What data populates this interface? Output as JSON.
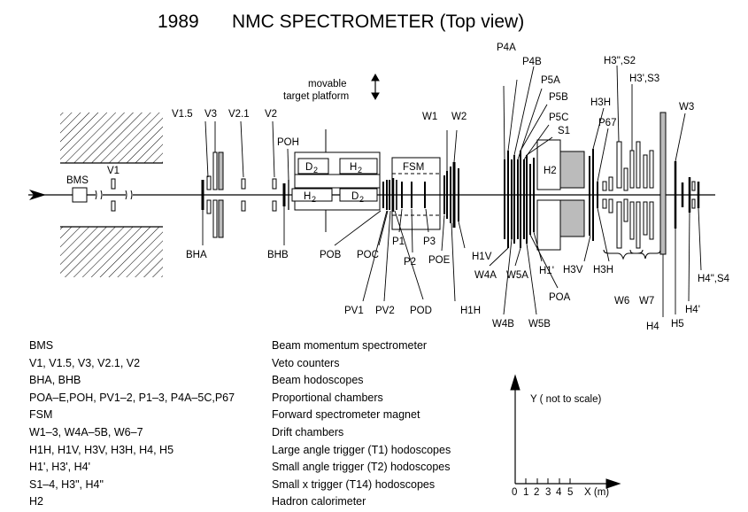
{
  "title": {
    "year": "1989",
    "text": "NMC SPECTROMETER (Top view)"
  },
  "platform_note": {
    "line1": "movable",
    "line2": "target platform"
  },
  "magnet_label": "FSM",
  "calorimeter_label": "H2",
  "target_labels": {
    "h2_upper": "H",
    "d2_upper": "D",
    "h2_lower": "H",
    "d2_lower": "D",
    "subscript": "2"
  },
  "detector_labels": [
    {
      "id": "bms",
      "text": "BMS"
    },
    {
      "id": "v1",
      "text": "V1"
    },
    {
      "id": "v1-5",
      "text": "V1.5"
    },
    {
      "id": "v3",
      "text": "V3"
    },
    {
      "id": "v2-1",
      "text": "V2.1"
    },
    {
      "id": "v2",
      "text": "V2"
    },
    {
      "id": "poh",
      "text": "POH"
    },
    {
      "id": "bha",
      "text": "BHA"
    },
    {
      "id": "bhb",
      "text": "BHB"
    },
    {
      "id": "pob",
      "text": "POB"
    },
    {
      "id": "poc",
      "text": "POC"
    },
    {
      "id": "p1",
      "text": "P1"
    },
    {
      "id": "p2",
      "text": "P2"
    },
    {
      "id": "p3",
      "text": "P3"
    },
    {
      "id": "poe",
      "text": "POE"
    },
    {
      "id": "pv1",
      "text": "PV1"
    },
    {
      "id": "pv2",
      "text": "PV2"
    },
    {
      "id": "pod",
      "text": "POD"
    },
    {
      "id": "w1",
      "text": "W1"
    },
    {
      "id": "w2",
      "text": "W2"
    },
    {
      "id": "h1v",
      "text": "H1V"
    },
    {
      "id": "h1h",
      "text": "H1H"
    },
    {
      "id": "p4a",
      "text": "P4A"
    },
    {
      "id": "p4b",
      "text": "P4B"
    },
    {
      "id": "p5a",
      "text": "P5A"
    },
    {
      "id": "p5b",
      "text": "P5B"
    },
    {
      "id": "p5c",
      "text": "P5C"
    },
    {
      "id": "s1",
      "text": "S1"
    },
    {
      "id": "w4a",
      "text": "W4A"
    },
    {
      "id": "w5a",
      "text": "W5A"
    },
    {
      "id": "w4b",
      "text": "W4B"
    },
    {
      "id": "w5b",
      "text": "W5B"
    },
    {
      "id": "h1p",
      "text": "H1'"
    },
    {
      "id": "poa",
      "text": "POA"
    },
    {
      "id": "h3h-top",
      "text": "H3H"
    },
    {
      "id": "p67",
      "text": "P67"
    },
    {
      "id": "h3pp-s2",
      "text": "H3\",S2"
    },
    {
      "id": "h3p-s3",
      "text": "H3',S3"
    },
    {
      "id": "w3",
      "text": "W3"
    },
    {
      "id": "h3v",
      "text": "H3V"
    },
    {
      "id": "h3h-bottom",
      "text": "H3H"
    },
    {
      "id": "w6",
      "text": "W6"
    },
    {
      "id": "w7",
      "text": "W7"
    },
    {
      "id": "h4",
      "text": "H4"
    },
    {
      "id": "h5",
      "text": "H5"
    },
    {
      "id": "h4pp-s4",
      "text": "H4\",S4"
    },
    {
      "id": "h4p",
      "text": "H4'"
    }
  ],
  "legend": [
    {
      "key": "BMS",
      "value": "Beam momentum spectrometer"
    },
    {
      "key": "V1, V1.5, V3, V2.1, V2",
      "value": "Veto  counters"
    },
    {
      "key": "BHA, BHB",
      "value": "Beam hodoscopes"
    },
    {
      "key": "POA–E,POH, PV1–2, P1–3, P4A–5C,P67",
      "value": "Proportional chambers"
    },
    {
      "key": "FSM",
      "value": "Forward spectrometer magnet"
    },
    {
      "key": "W1–3, W4A–5B, W6–7",
      "value": "Drift chambers"
    },
    {
      "key": "H1H, H1V, H3V, H3H, H4, H5",
      "value": "Large angle trigger (T1) hodoscopes"
    },
    {
      "key": "H1', H3', H4'",
      "value": "Small angle trigger (T2) hodoscopes"
    },
    {
      "key": "S1–4, H3\", H4\"",
      "value": "Small x trigger (T14) hodoscopes"
    },
    {
      "key": "H2",
      "value": "Hadron calorimeter"
    }
  ],
  "scale": {
    "y_label": "Y ( not to scale)",
    "x_label": "X (m)",
    "ticks": [
      "0",
      "1",
      "2",
      "3",
      "4",
      "5"
    ]
  }
}
